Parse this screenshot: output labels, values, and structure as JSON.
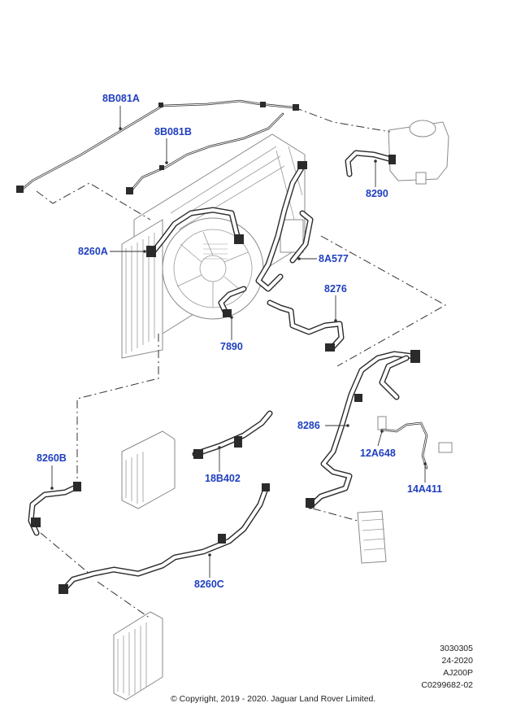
{
  "callouts": {
    "c_8b081a": "8B081A",
    "c_8b081b": "8B081B",
    "c_8290": "8290",
    "c_8260a": "8260A",
    "c_8a577": "8A577",
    "c_8276": "8276",
    "c_7890": "7890",
    "c_8286": "8286",
    "c_12a648": "12A648",
    "c_14a411": "14A411",
    "c_8260b": "8260B",
    "c_18b402": "18B402",
    "c_8260c": "8260C"
  },
  "reference": {
    "line1": "3030305",
    "line2": "24-2020",
    "line3": "AJ200P",
    "line4": "C0299682-02"
  },
  "copyright": "© Copyright, 2019 - 2020. Jaguar Land Rover Limited.",
  "colors": {
    "callout": "#1f3fbf",
    "line": "#2b2b2b",
    "part_outline": "#8a8a8a"
  }
}
